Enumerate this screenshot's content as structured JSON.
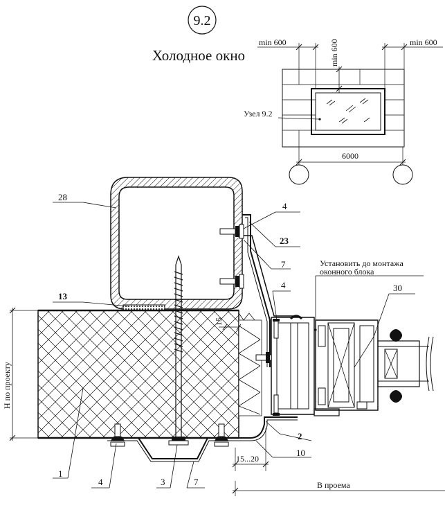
{
  "header": {
    "node_number": "9.2",
    "title": "Холодное окно"
  },
  "plan": {
    "dim_left": "min 600",
    "dim_top": "min 600",
    "dim_right": "min 600",
    "node_label": "Узел 9.2",
    "span": "6000"
  },
  "section": {
    "dim_height": "H по проекту",
    "dim_15": "15",
    "dim_gap": "15...20",
    "opening": "В проема",
    "note_line1": "Установить до монтажа",
    "note_line2": "оконного блока"
  },
  "callouts": {
    "c28": "28",
    "c4_top": "4",
    "c23": "23",
    "c7_top": "7",
    "c4_mid": "4",
    "c13": "13",
    "c30": "30",
    "c2": "2",
    "c10": "10",
    "c1": "1",
    "c4_bottom": "4",
    "c3": "3",
    "c7_bottom": "7"
  },
  "colors": {
    "ink": "#111111",
    "background": "#ffffff"
  }
}
